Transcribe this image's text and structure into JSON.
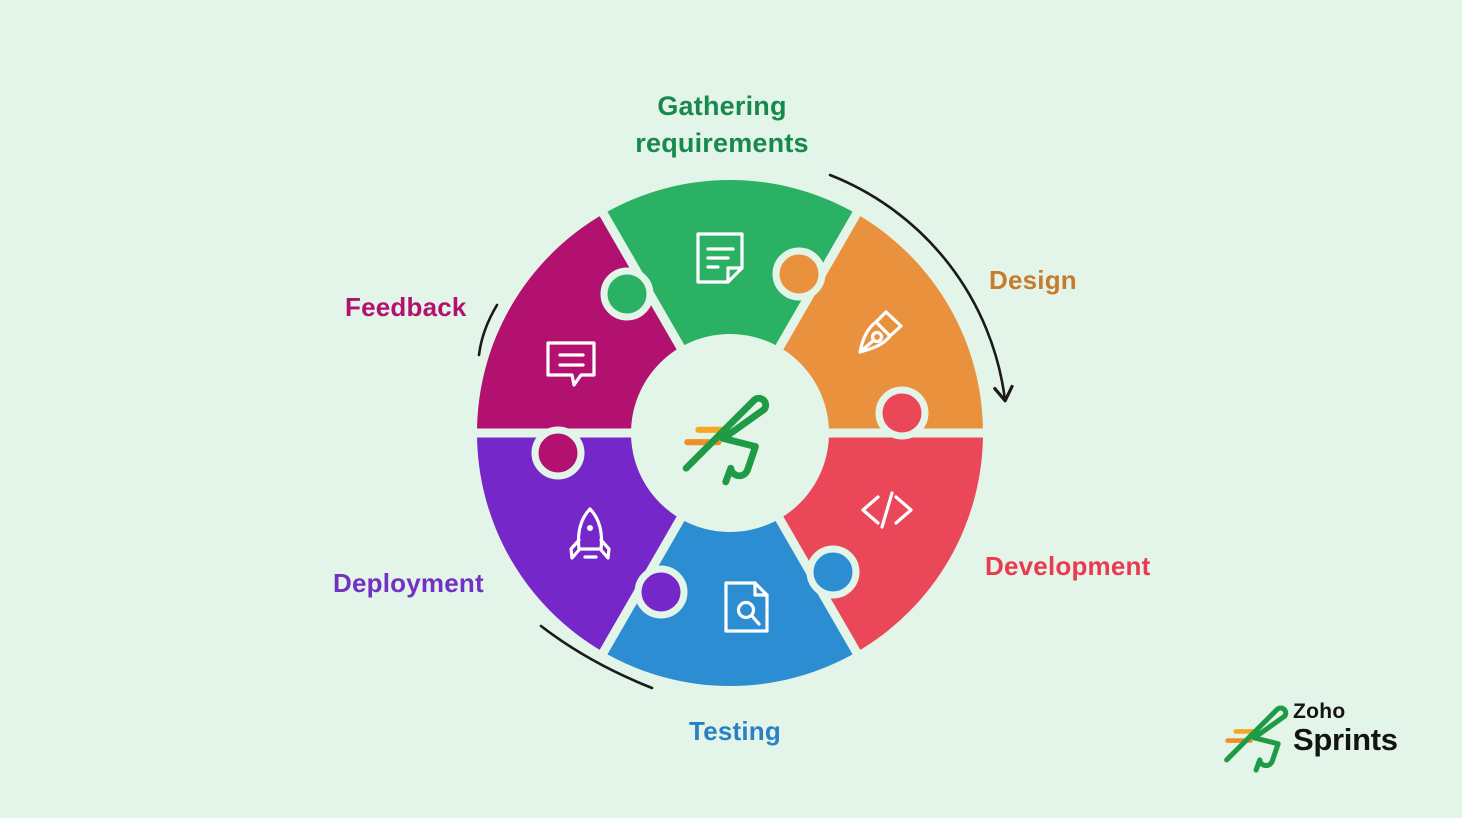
{
  "background_color": "#e3f4e9",
  "arrow_color": "#1a1a1a",
  "icon_stroke_color": "#ffffff",
  "diagram": {
    "type": "cycle-puzzle-wheel",
    "segments": [
      {
        "label": "Gathering requirements",
        "color": "#2bb164",
        "label_color": "#17894c",
        "icon": "note-icon"
      },
      {
        "label": "Design",
        "color": "#ea913e",
        "label_color": "#c87c2b",
        "icon": "pen-nib-icon"
      },
      {
        "label": "Development",
        "color": "#ea4758",
        "label_color": "#ea3a50",
        "icon": "code-icon"
      },
      {
        "label": "Testing",
        "color": "#2d8dd3",
        "label_color": "#2a80c4",
        "icon": "doc-search-icon"
      },
      {
        "label": "Deployment",
        "color": "#7527c9",
        "label_color": "#7231c5",
        "icon": "rocket-icon"
      },
      {
        "label": "Feedback",
        "color": "#b2116f",
        "label_color": "#b2126e",
        "icon": "chat-icon"
      }
    ]
  },
  "center_logo": {
    "icon": "zoho-sprints-mark",
    "green": "#1f9b45",
    "orange_top": "#f5a623",
    "orange_bottom": "#ef8f2a"
  },
  "brand": {
    "name_top": "Zoho",
    "name_bottom": "Sprints",
    "text_color": "#141414"
  }
}
